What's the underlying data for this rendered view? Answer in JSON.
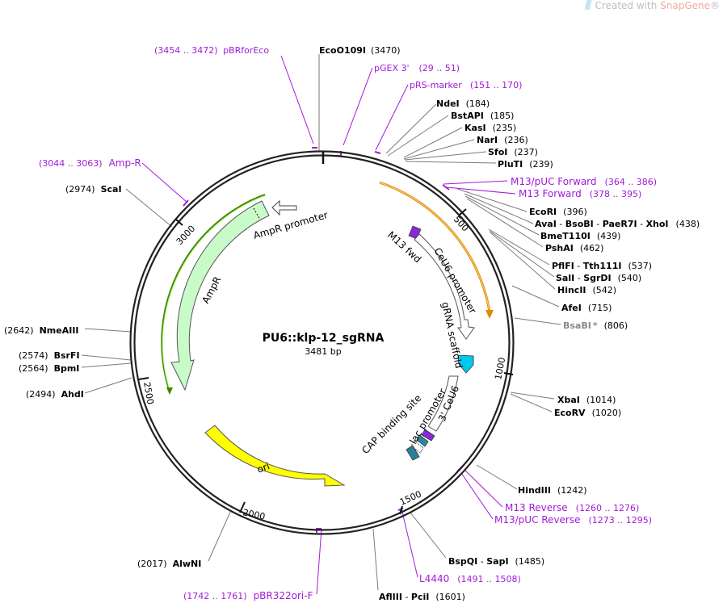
{
  "watermark": {
    "prefix": "Created with ",
    "brand": "SnapGene",
    "mark": "®"
  },
  "plasmid": {
    "name": "PU6::klp-12_sgRNA",
    "size": "3481 bp"
  },
  "ticks": [
    "500",
    "1000",
    "1500",
    "2000",
    "2500",
    "3000"
  ],
  "features": [
    {
      "label": "AmpR promoter"
    },
    {
      "label": "AmpR"
    },
    {
      "label": "ori"
    },
    {
      "label": "M13 fwd"
    },
    {
      "label": "CeU6 promoter"
    },
    {
      "label": "gRNA scaffold"
    },
    {
      "label": "3' CeU6"
    },
    {
      "label": "lac promoter"
    },
    {
      "label": "CAP binding site"
    }
  ],
  "labels": [
    {
      "name": "",
      "pos": "(3454 .. 3472)",
      "label": "pBRforEco"
    },
    {
      "name": "EcoO109I",
      "pos": "(3470)"
    },
    {
      "name": "",
      "pos": "",
      "label": "pGEX 3'",
      "range": "(29 .. 51)"
    },
    {
      "name": "",
      "pos": "",
      "label": "pRS-marker",
      "range": "(151 .. 170)"
    },
    {
      "name": "NdeI",
      "pos": "(184)"
    },
    {
      "name": "BstAPI",
      "pos": "(185)"
    },
    {
      "name": "KasI",
      "pos": "(235)"
    },
    {
      "name": "NarI",
      "pos": "(236)"
    },
    {
      "name": "SfoI",
      "pos": "(237)"
    },
    {
      "name": "PluTI",
      "pos": "(239)"
    },
    {
      "label": "M13/pUC Forward",
      "range": "(364 .. 386)"
    },
    {
      "label": "M13 Forward",
      "range": "(378 .. 395)"
    },
    {
      "name": "EcoRI",
      "pos": "(396)"
    },
    {
      "name": "AvaI",
      "sep": " - ",
      "name2": "BsoBI",
      "name3": "PaeR7I",
      "name4": "XhoI",
      "pos": "(438)"
    },
    {
      "name": "BmeT110I",
      "pos": "(439)"
    },
    {
      "name": "PshAI",
      "pos": "(462)"
    },
    {
      "name": "PflFI",
      "name2": "Tth111I",
      "pos": "(537)"
    },
    {
      "name": "SalI",
      "name2": "SgrDI",
      "pos": "(540)"
    },
    {
      "name": "HincII",
      "pos": "(542)"
    },
    {
      "name": "AfeI",
      "pos": "(715)"
    },
    {
      "name": "BsaBI",
      "star": "*",
      "pos": "(806)"
    },
    {
      "name": "XbaI",
      "pos": "(1014)"
    },
    {
      "name": "EcoRV",
      "pos": "(1020)"
    },
    {
      "name": "HindIII",
      "pos": "(1242)"
    },
    {
      "label": "M13 Reverse",
      "range": "(1260 .. 1276)"
    },
    {
      "label": "M13/pUC Reverse",
      "range": "(1273 .. 1295)"
    },
    {
      "name": "BspQI",
      "name2": "SapI",
      "pos": "(1485)"
    },
    {
      "label": "L4440",
      "range": "(1491 .. 1508)"
    },
    {
      "name": "AflIII",
      "name2": "PciI",
      "pos": "(1601)"
    },
    {
      "label": "pBR322ori-F",
      "range": "(1742 .. 1761)"
    },
    {
      "name": "AlwNI",
      "pos": "(2017)"
    },
    {
      "name": "AhdI",
      "pos": "(2494)"
    },
    {
      "name": "BpmI",
      "pos": "(2564)"
    },
    {
      "name": "BsrFI",
      "pos": "(2574)"
    },
    {
      "name": "NmeAIII",
      "pos": "(2642)"
    },
    {
      "name": "ScaI",
      "pos": "(2974)"
    },
    {
      "label": "Amp-R",
      "range": "(3044 .. 3063)"
    }
  ],
  "separator": " - ",
  "colors": {
    "primer": "#a21bd8",
    "ampr": "#c9fbc9",
    "ori": "#ffff00",
    "scaffold": "#00c8ef",
    "orange": "#f29b1c",
    "green": "#3a8a00"
  }
}
